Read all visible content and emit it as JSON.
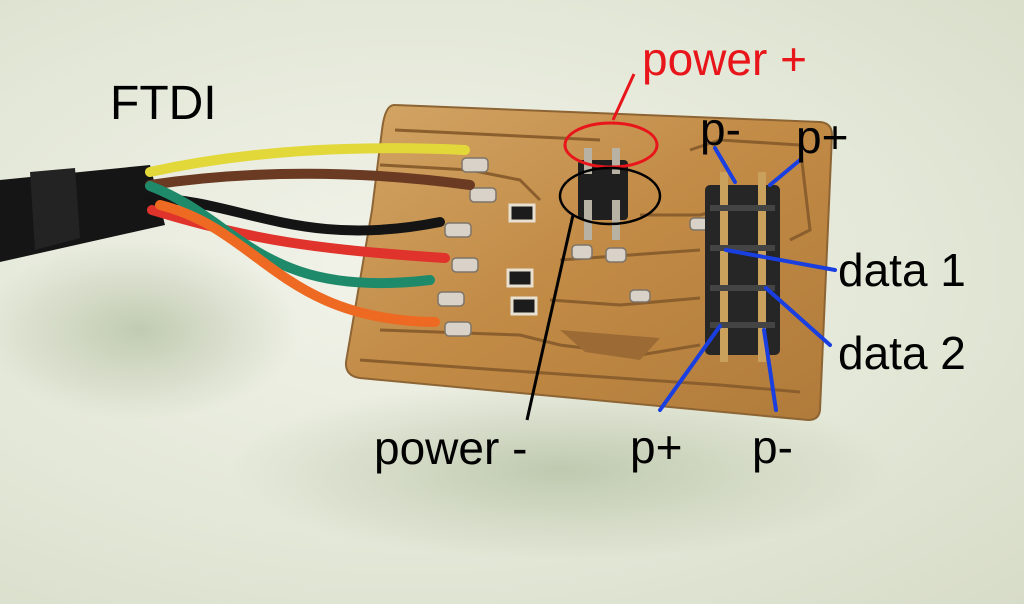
{
  "labels": {
    "ftdi": "FTDI",
    "power_plus": "power +",
    "power_minus": "power -",
    "p_minus_top": "p-",
    "p_plus_top": "p+",
    "data_1": "data 1",
    "data_2": "data 2",
    "p_plus_bottom": "p+",
    "p_minus_bottom": "p-"
  },
  "colors": {
    "annotation_red": "#e8151b",
    "annotation_blue": "#1a3fe0",
    "annotation_black": "#000000",
    "board_copper": "#c7934f",
    "wire_yellow": "#e2d83a",
    "wire_brown": "#6a3a22",
    "wire_black": "#141414",
    "wire_red": "#e0332c",
    "wire_green": "#1f8a6a",
    "wire_orange": "#ee6a22"
  }
}
